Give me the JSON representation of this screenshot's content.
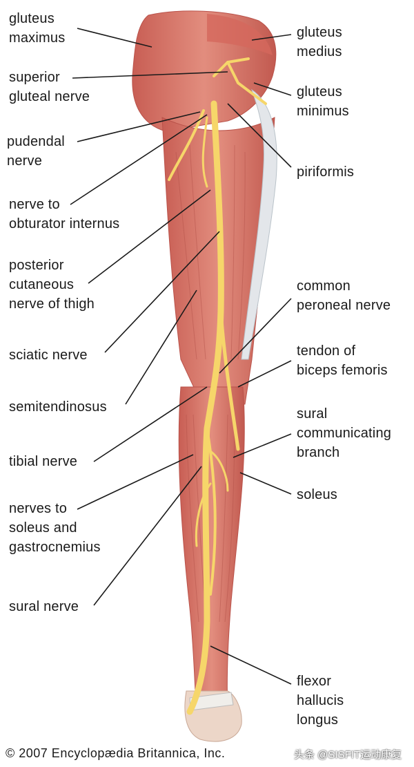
{
  "labels": {
    "gluteus_maximus": "gluteus\nmaximus",
    "gluteus_medius": "gluteus\nmedius",
    "superior_gluteal_nerve": "superior\ngluteal nerve",
    "gluteus_minimus": "gluteus\nminimus",
    "pudendal_nerve": "pudendal\nnerve",
    "piriformis": "piriformis",
    "nerve_to_obturator_internus": "nerve to\nobturator internus",
    "posterior_cutaneous_nerve": "posterior\ncutaneous\nnerve of thigh",
    "common_peroneal_nerve": "common\nperoneal nerve",
    "sciatic_nerve": "sciatic nerve",
    "tendon_biceps_femoris": "tendon of\nbiceps femoris",
    "semitendinosus": "semitendinosus",
    "sural_communicating_branch": "sural\ncommunicating\nbranch",
    "tibial_nerve": "tibial nerve",
    "soleus": "soleus",
    "nerves_to_soleus": "nerves to\nsoleus and\ngastrocnemius",
    "sural_nerve": "sural nerve",
    "flexor_hallucis_longus": "flexor\nhallucis\nlongus"
  },
  "credit": "© 2007 Encyclopædia Britannica, Inc.",
  "watermark": "头条 @SISFIT运动康复",
  "colors": {
    "muscle": "#d9786a",
    "muscle_dark": "#b9524a",
    "nerve": "#f6d66a",
    "tendon": "#e9e4de",
    "line": "#1a1a1a"
  }
}
